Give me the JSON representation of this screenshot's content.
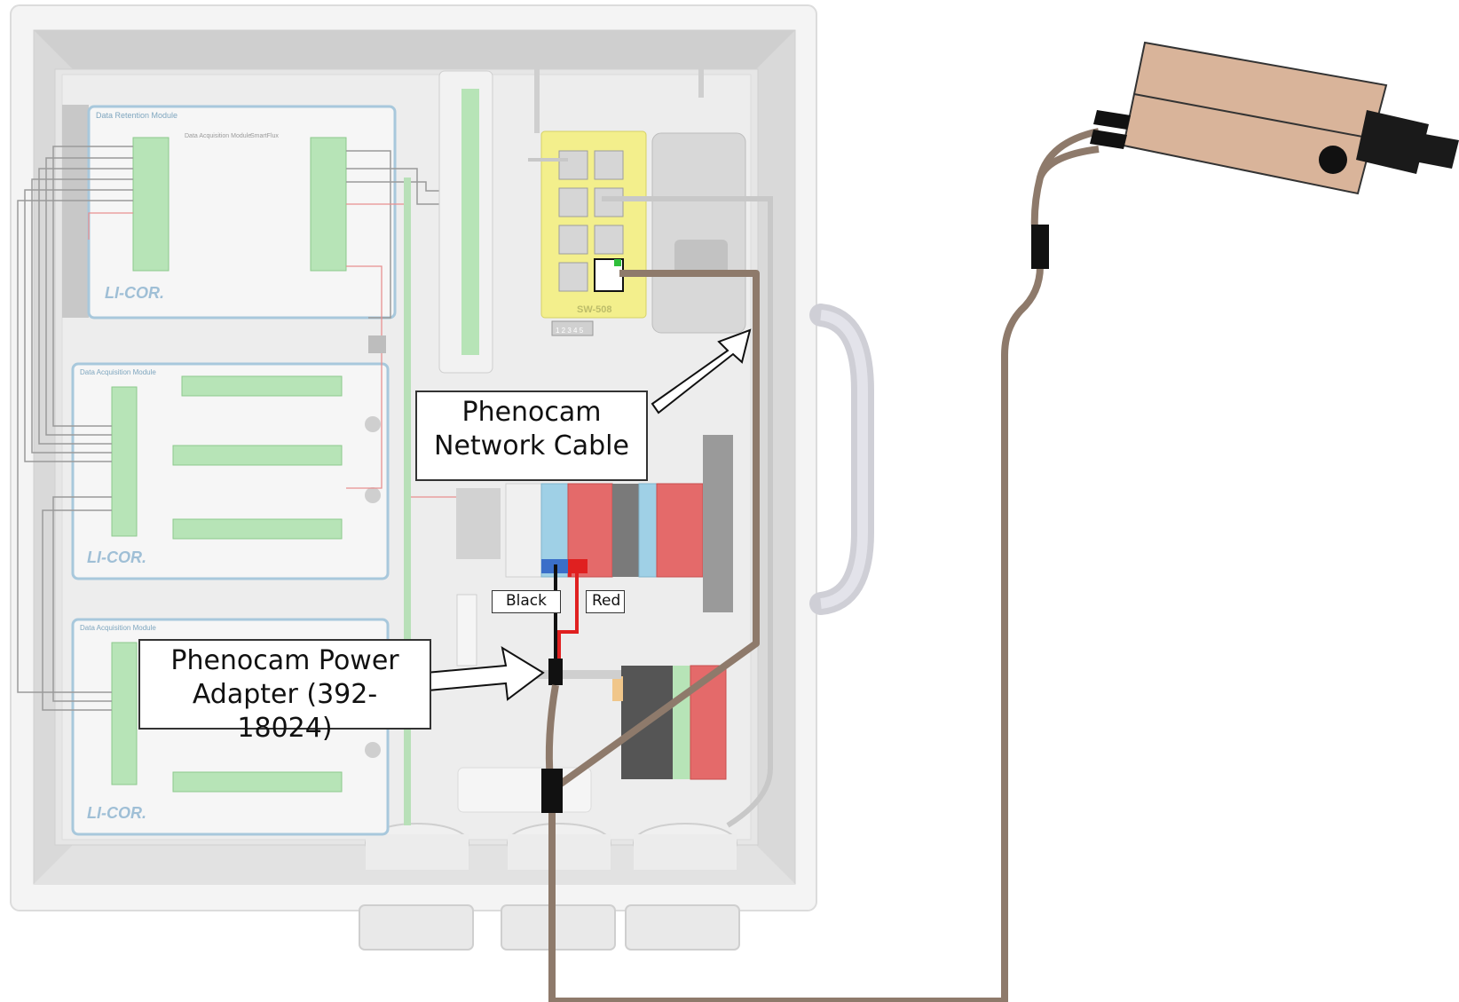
{
  "callouts": {
    "network_cable": [
      "Phenocam",
      "Network Cable"
    ],
    "power_adapter": [
      "Phenocam Power",
      "Adapter (392-18024)"
    ],
    "black_wire": "Black",
    "red_wire": "Red"
  },
  "modules": {
    "data_retention": {
      "title": "Data Retention Module",
      "subtitle_left": "Data Acquisition Module",
      "subtitle_right": "SmartFlux",
      "logo": "LI-COR."
    },
    "data_acquisition_1": {
      "title": "Data Acquisition Module",
      "logo": "LI-COR."
    },
    "data_acquisition_2": {
      "title": "Data Acquisition Module",
      "logo": "LI-COR."
    }
  },
  "switch": {
    "model": "SW-508",
    "dip_labels": "1 2 3 4 5"
  },
  "colors": {
    "cable_brown": "#8e7a6b",
    "wire_red": "#e02020",
    "wire_black": "#111111",
    "camera_body": "#d9b49a",
    "switch_yellow": "#f3ef8c",
    "terminal_red": "#e46a6a",
    "terminal_blue": "#9fd0e6",
    "connector_green": "#9fdb9f"
  }
}
